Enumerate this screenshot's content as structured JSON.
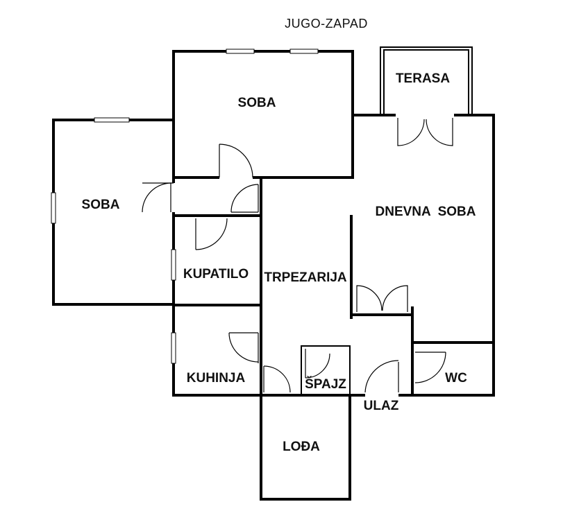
{
  "orientation": "JUGO-ZAPAD",
  "rooms": {
    "soba_top": "SOBA",
    "soba_left": "SOBA",
    "terasa": "TERASA",
    "dnevna_soba": "DNEVNA  SOBA",
    "kupatilo": "KUPATILO",
    "trpezarija": "TRPEZARIJA",
    "kuhinja": "KUHINJA",
    "spajz": "ŠPAJZ",
    "ulaz": "ULAZ",
    "wc": "WC",
    "loda": "LOĐA"
  }
}
